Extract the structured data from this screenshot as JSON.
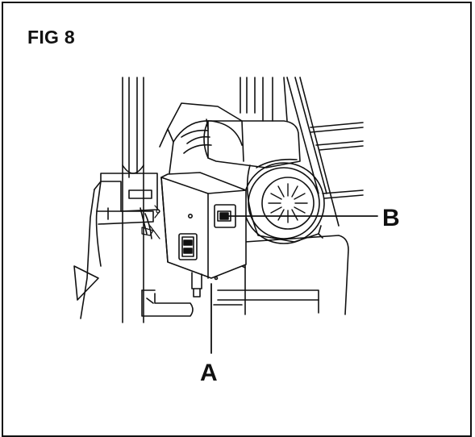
{
  "figure": {
    "title": "FIG 8",
    "callouts": {
      "a": "A",
      "b": "B"
    },
    "line_color": "#111111",
    "background": "#ffffff"
  }
}
